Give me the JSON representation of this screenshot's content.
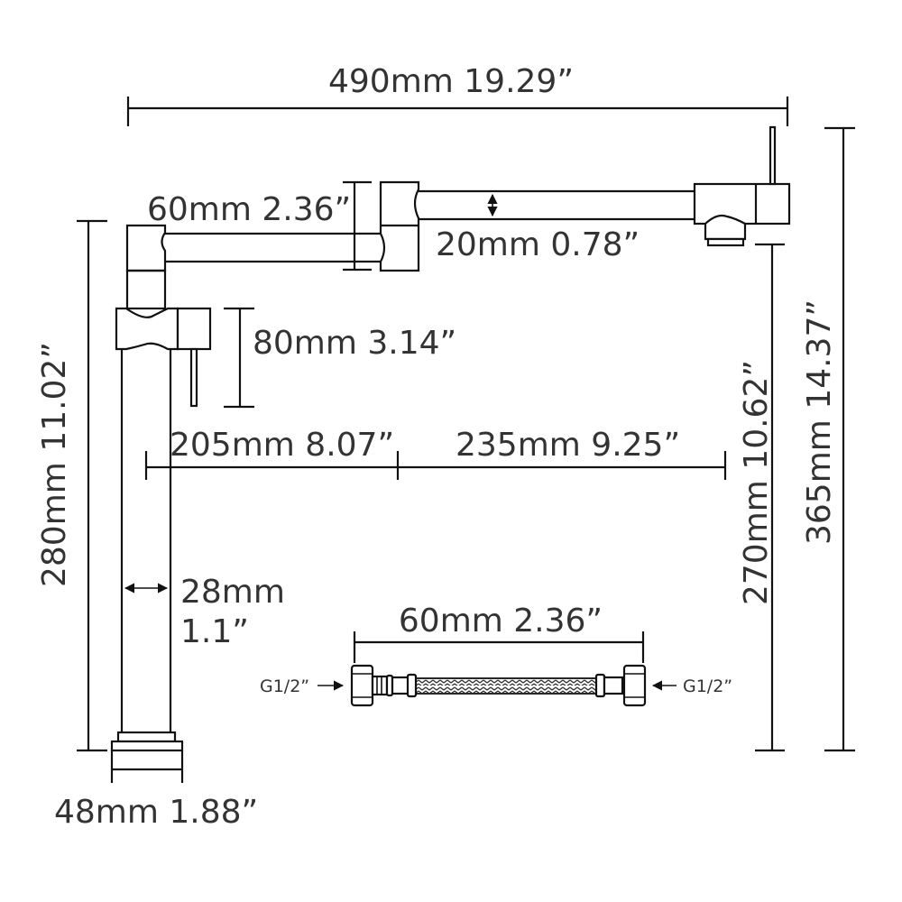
{
  "diagram": {
    "type": "product dimension drawing",
    "subject": "pot filler / folding faucet",
    "line_color": "#111111",
    "text_color": "#333333",
    "background": "#ffffff"
  },
  "dimensions": {
    "overall_width": "490mm 19.29”",
    "joint_height": "60mm 2.36”",
    "arm_diameter": "20mm 0.78”",
    "handle_block": "80mm 3.14”",
    "arm1_length": "205mm 8.07”",
    "arm2_length": "235mm 9.25”",
    "body_height": "280mm 11.02”",
    "body_width_mm": "28mm",
    "body_width_in": "1.1”",
    "base_diameter": "48mm 1.88”",
    "spout_height": "270mm 10.62”",
    "total_height": "365mm 14.37”"
  },
  "hose": {
    "length": "60mm 2.36”",
    "left_thread": "G1/2”",
    "right_thread": "G1/2”"
  }
}
